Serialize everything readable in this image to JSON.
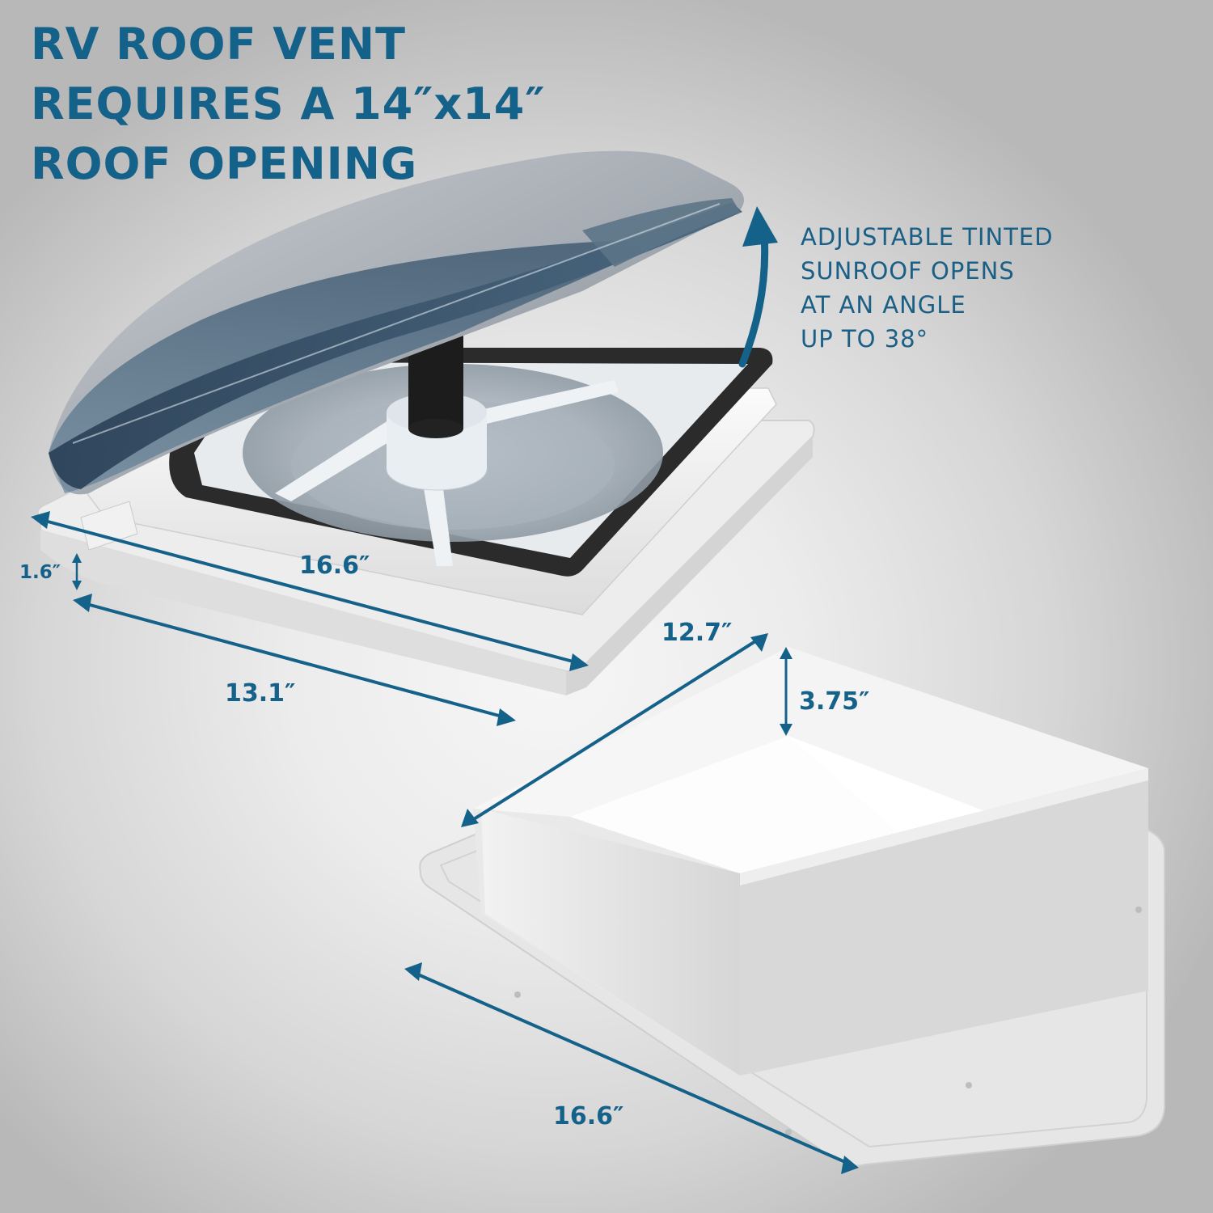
{
  "headline": {
    "lines": [
      "RV ROOF VENT",
      "REQUIRES A 14″x14″",
      "ROOF OPENING"
    ]
  },
  "callout": {
    "lines": [
      "ADJUSTABLE TINTED",
      "SUNROOF OPENS",
      "AT AN ANGLE",
      "UP TO 38°"
    ],
    "icon": "curved-arrow-up-icon"
  },
  "vent_dimensions": {
    "length": "16.6″",
    "height": "1.6″",
    "width": "13.1″"
  },
  "garnish_dimensions": {
    "depth": "12.7″",
    "height": "3.75″",
    "length": "16.6″"
  },
  "colors": {
    "accent": "#14618a",
    "background_center": "#f2f2f2",
    "background_edge": "#b8b8b8",
    "lid_tint": "#2f4a63",
    "gasket": "#2a2a2a",
    "plastic": "#f3f3f3"
  }
}
